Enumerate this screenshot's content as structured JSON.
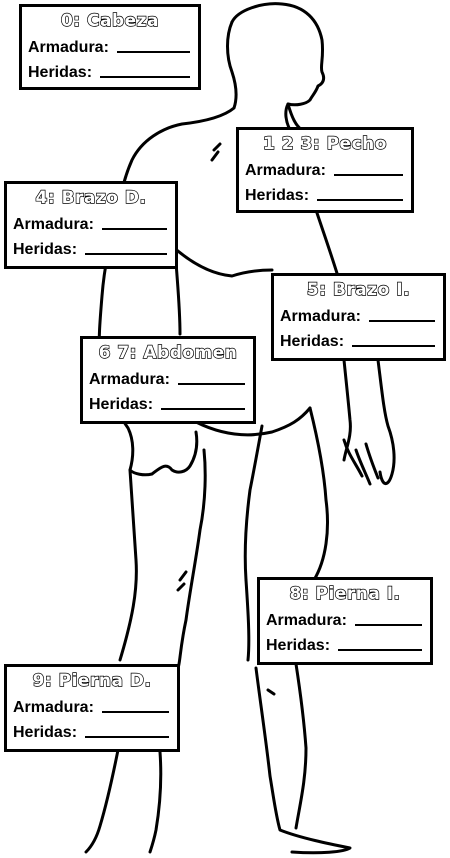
{
  "boxes": {
    "head": {
      "title": "0: Cabeza",
      "armor_label": "Armadura:",
      "wounds_label": "Heridas:"
    },
    "chest": {
      "title": "1 2 3: Pecho",
      "armor_label": "Armadura:",
      "wounds_label": "Heridas:"
    },
    "right_arm": {
      "title": "4: Brazo D.",
      "armor_label": "Armadura:",
      "wounds_label": "Heridas:"
    },
    "left_arm": {
      "title": "5: Brazo I.",
      "armor_label": "Armadura:",
      "wounds_label": "Heridas:"
    },
    "abdomen": {
      "title": "6 7: Abdomen",
      "armor_label": "Armadura:",
      "wounds_label": "Heridas:"
    },
    "left_leg": {
      "title": "8: Pierna I.",
      "armor_label": "Armadura:",
      "wounds_label": "Heridas:"
    },
    "right_leg": {
      "title": "9: Pierna D.",
      "armor_label": "Armadura:",
      "wounds_label": "Heridas:"
    }
  }
}
